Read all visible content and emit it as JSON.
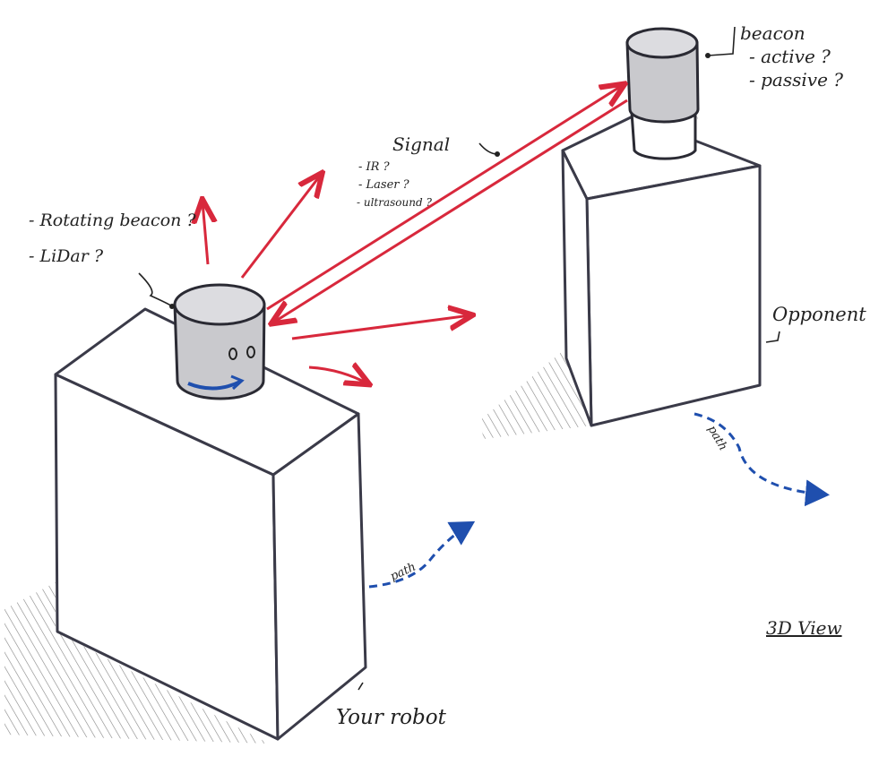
{
  "labels": {
    "beacon_title": "beacon",
    "beacon_active": "- active ?",
    "beacon_passive": "- passive ?",
    "signal_title": "Signal",
    "signal_ir": "- IR ?",
    "signal_laser": "- Laser ?",
    "signal_ultrasound": "- ultrasound ?",
    "rotating_beacon": "- Rotating beacon ?",
    "lidar": "- LiDar ?",
    "opponent": "Opponent",
    "your_robot": "Your robot",
    "path_robot": "path",
    "path_opponent": "path",
    "view_title": "3D View"
  },
  "colors": {
    "signal": "#d8283c",
    "path": "#1f4fae",
    "outline": "#3a3a48",
    "cylinder": "#c9c9cd"
  }
}
